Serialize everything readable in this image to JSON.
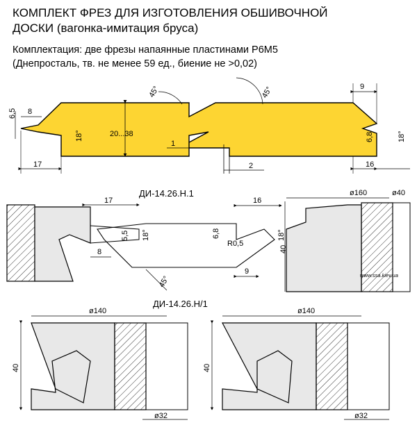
{
  "header": {
    "title_line1": "КОМПЛЕКТ ФРЕЗ ДЛЯ ИЗГОТОВЛЕНИЯ ОБШИВОЧНОЙ",
    "title_line2": "ДОСКИ (вагонка-имитация бруса)",
    "spec_line1": "Комплектация: две фрезы напаянные пластинами Р6М5",
    "spec_line2": "(Днепросталь, тв. не менее 59 ед., биение не >0,02)"
  },
  "board": {
    "color": "#fdd532",
    "dims": {
      "left_height": "6,5",
      "left_tongue": "8",
      "left_angle": "18°",
      "left_offset": "17",
      "thickness": "20...38",
      "gap": "1",
      "bottom_step": "2",
      "chamfer_left": "45°",
      "chamfer_right": "45°",
      "right_top": "9",
      "right_groove": "6,8",
      "right_angle": "18°",
      "right_offset": "16"
    }
  },
  "cutter1": {
    "name": "ДИ-14.26.Н.1",
    "dims": {
      "d17": "17",
      "d16": "16",
      "d5_5": "5,5",
      "d18a": "18°",
      "d8": "8",
      "d45": "45°",
      "d6_8": "6,8",
      "r05": "R0,5",
      "d18b": "18°",
      "d9": "9",
      "d160": "ø160",
      "d40bore": "ø40",
      "d40h": "40"
    },
    "url": "www.ssa.kiev.ua"
  },
  "cutter2": {
    "name": "ДИ-14.26.Н/1",
    "left": {
      "d140": "ø140",
      "d40": "40",
      "d32": "ø32"
    },
    "right": {
      "d140": "ø140",
      "d40": "40",
      "d32": "ø32"
    }
  }
}
